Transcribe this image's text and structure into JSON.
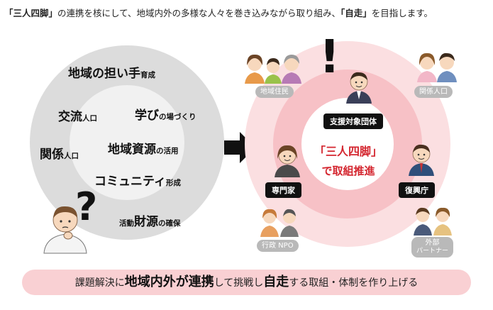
{
  "header": {
    "part1": "「三人四脚」",
    "part2": "の連携を核にして、地域内外の多様な人々を巻き込みながら取り組み、",
    "part3": "「自走」",
    "part4": "を目指します。"
  },
  "left_circle": {
    "k1_big": "地域の担い手",
    "k1_sm": "育成",
    "k2_big": "交流",
    "k2_sm": "人口",
    "k3_big": "学び",
    "k3_sm": "の場づくり",
    "k4_big": "関係",
    "k4_sm": "人口",
    "k5_big": "地域資源",
    "k5_sm": "の活用",
    "k6_big": "コミュニティ",
    "k6_sm": "形成",
    "k7_a": "活動",
    "k7_big": "財源",
    "k7_sm": "の確保"
  },
  "question_mark": "?",
  "exclamation_mark": "!",
  "right_circle": {
    "center_title": "「三人四脚」",
    "center_sub": "で取組推進",
    "dark_labels": {
      "support": "支援対象団体",
      "specialist": "専門家",
      "reconstruction": "復興庁"
    },
    "grey_labels": {
      "residents": "地域住民",
      "related": "関係人口",
      "gov_npo": "行政 NPO",
      "external_line1": "外部",
      "external_line2": "パートナー"
    }
  },
  "footer": {
    "a": "課題解決に",
    "b": "地域内外が連携",
    "c": "して挑戦し",
    "d": "自走",
    "e": "する取組・体制を作り上げる"
  },
  "colors": {
    "accent_red": "#d4262f",
    "pink_outer": "#fbdfe1",
    "pink_mid": "#f7c1c6",
    "grey_outer": "#dcdcdc",
    "footer_bg": "#f9d0d3"
  }
}
